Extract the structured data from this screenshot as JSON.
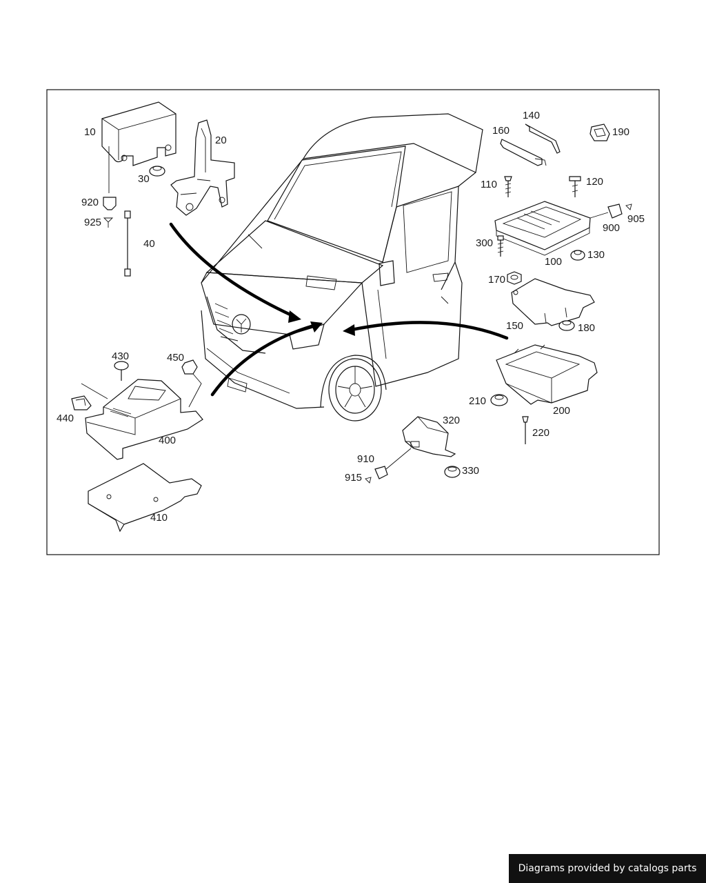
{
  "parts": [
    "10",
    "20",
    "30",
    "40",
    "100",
    "110",
    "120",
    "130",
    "140",
    "150",
    "160",
    "170",
    "180",
    "190",
    "200",
    "210",
    "220",
    "300",
    "320",
    "330",
    "400",
    "410",
    "430",
    "440",
    "450",
    "900",
    "905",
    "910",
    "915",
    "920",
    "925"
  ],
  "colors": {
    "line": "#111111",
    "background": "#ffffff",
    "credit_bg": "#111111",
    "credit_text": "#ffffff"
  },
  "credit": "Diagrams provided by catalogs parts"
}
